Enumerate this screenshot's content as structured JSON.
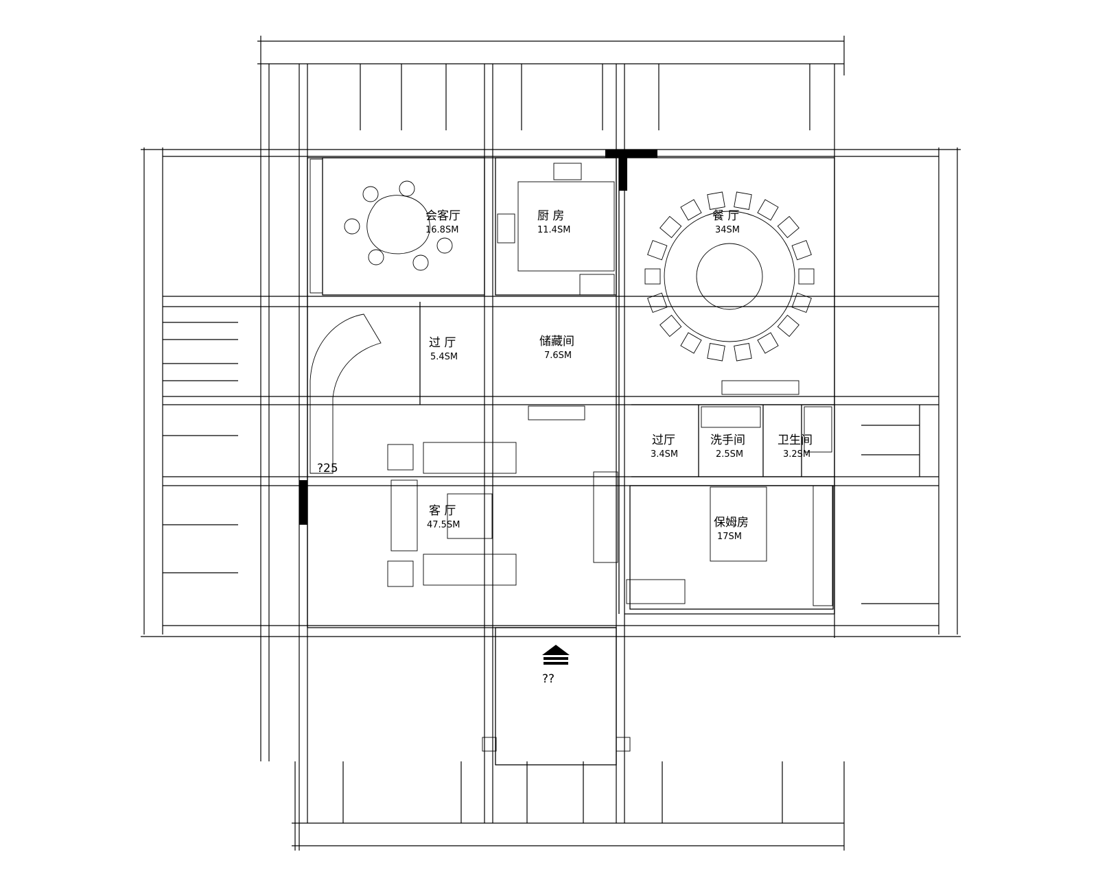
{
  "rooms": {
    "reception": {
      "name": "会客厅",
      "area": "16.8SM"
    },
    "kitchen": {
      "name": "厨 房",
      "area": "11.4SM"
    },
    "dining": {
      "name": "餐 厅",
      "area": "34SM"
    },
    "hall_left": {
      "name": "过 厅",
      "area": "5.4SM"
    },
    "storage": {
      "name": "储藏间",
      "area": "7.6SM"
    },
    "hall_right": {
      "name": "过厅",
      "area": "3.4SM"
    },
    "washroom": {
      "name": "洗手间",
      "area": "2.5SM"
    },
    "bathroom": {
      "name": "卫生间",
      "area": "3.2SM"
    },
    "living": {
      "name": "客 厅",
      "area": "47.5SM"
    },
    "maid_room": {
      "name": "保姆房",
      "area": "17SM"
    }
  },
  "labels": {
    "stair_width": "?25",
    "entrance": "??"
  }
}
